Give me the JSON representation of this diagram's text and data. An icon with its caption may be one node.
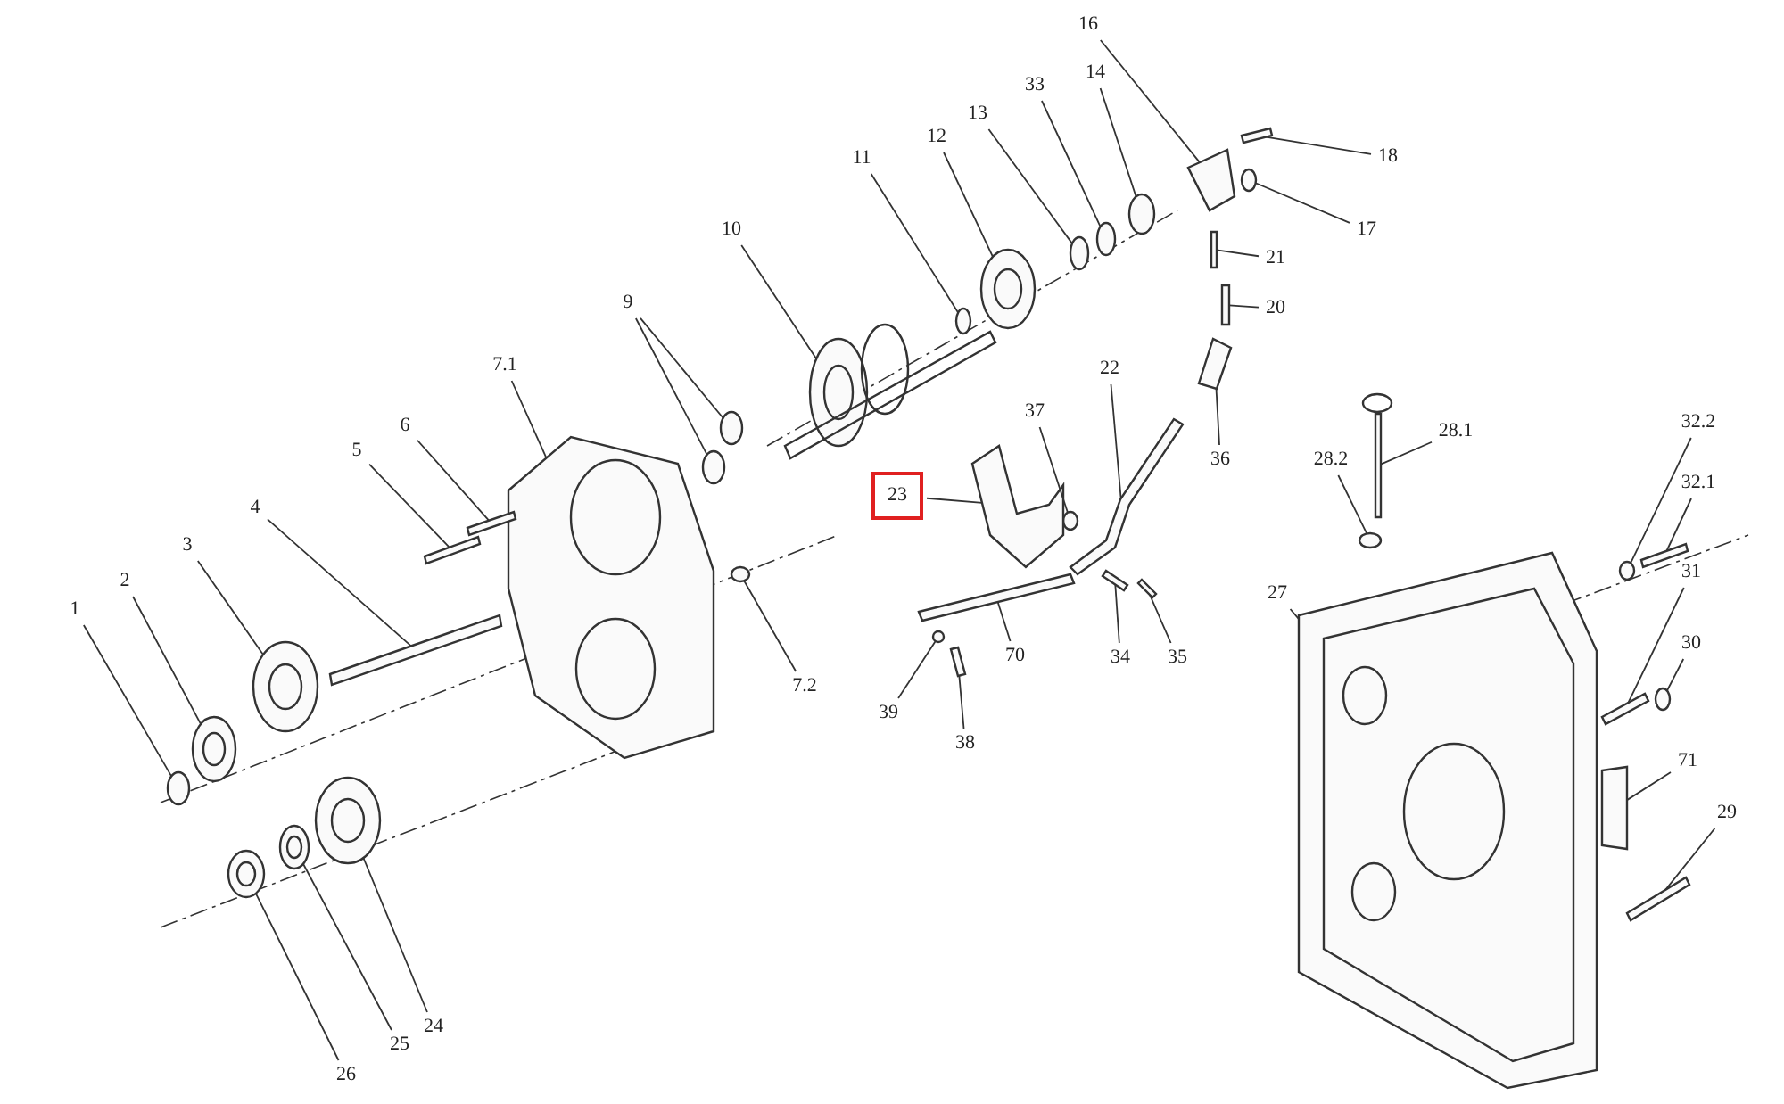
{
  "diagram": {
    "nodes": [
      {
        "text": [
          "16"
        ]
      },
      {
        "text": [
          "18"
        ]
      },
      {
        "text": [
          "17"
        ]
      },
      {
        "text": [
          "14"
        ]
      },
      {
        "text": [
          "33"
        ]
      },
      {
        "text": [
          "13"
        ]
      },
      {
        "text": [
          "12"
        ]
      },
      {
        "text": [
          "11"
        ]
      },
      {
        "text": [
          "10"
        ]
      },
      {
        "text": [
          "9"
        ]
      },
      {
        "text": [
          "21"
        ]
      },
      {
        "text": [
          "20"
        ]
      },
      {
        "text": [
          "22"
        ]
      },
      {
        "text": [
          "36"
        ]
      },
      {
        "text": [
          "37"
        ]
      },
      {
        "text": [
          "23"
        ]
      },
      {
        "text": [
          "7.1"
        ]
      },
      {
        "text": [
          "6"
        ]
      },
      {
        "text": [
          "5"
        ]
      },
      {
        "text": [
          "4"
        ]
      },
      {
        "text": [
          "3"
        ]
      },
      {
        "text": [
          "2"
        ]
      },
      {
        "text": [
          "1"
        ]
      },
      {
        "text": [
          "7.2"
        ]
      },
      {
        "text": [
          "70"
        ]
      },
      {
        "text": [
          "39"
        ]
      },
      {
        "text": [
          "38"
        ]
      },
      {
        "text": [
          "34"
        ]
      },
      {
        "text": [
          "35"
        ]
      },
      {
        "text": [
          "28.1"
        ]
      },
      {
        "text": [
          "28.2"
        ]
      },
      {
        "text": [
          "32.2"
        ]
      },
      {
        "text": [
          "32.1"
        ]
      },
      {
        "text": [
          "31"
        ]
      },
      {
        "text": [
          "30"
        ]
      },
      {
        "text": [
          "27"
        ]
      },
      {
        "text": [
          "71"
        ]
      },
      {
        "text": [
          "29"
        ]
      },
      {
        "text": [
          "24"
        ]
      },
      {
        "text": [
          "25"
        ]
      },
      {
        "text": [
          "26"
        ]
      },
      {
        "text": [],
        "shape": "box"
      },
      {
        "text": [],
        "shape": "bar"
      },
      {
        "text": [],
        "shape": "circle"
      },
      {
        "text": [],
        "shape": "circle"
      },
      {
        "text": [],
        "shape": "circle"
      },
      {
        "text": [],
        "shape": "circle"
      },
      {
        "text": [],
        "shape": "circle"
      },
      {
        "text": [],
        "shape": "circle"
      },
      {
        "text": [],
        "shape": "circle"
      },
      {
        "text": [],
        "shape": "circle"
      },
      {
        "text": [],
        "shape": "circle"
      },
      {
        "text": [],
        "shape": "bar"
      },
      {
        "text": [],
        "shape": "bar"
      },
      {
        "text": [],
        "shape": "bar"
      },
      {
        "text": [],
        "shape": "box"
      },
      {
        "text": [],
        "shape": "circle"
      },
      {
        "text": [],
        "shape": "box"
      },
      {
        "text": [],
        "shape": "box"
      },
      {
        "text": [],
        "shape": "bar"
      },
      {
        "text": [],
        "shape": "bar"
      },
      {
        "text": [],
        "shape": "bar"
      },
      {
        "text": [],
        "shape": "circle"
      },
      {
        "text": [],
        "shape": "circle"
      },
      {
        "text": [],
        "shape": "circle"
      },
      {
        "text": [],
        "shape": "circle"
      },
      {
        "text": [],
        "shape": "bar"
      },
      {
        "text": [],
        "shape": "circle"
      },
      {
        "text": [],
        "shape": "bar"
      },
      {
        "text": [],
        "shape": "bar"
      },
      {
        "text": [],
        "shape": "bar"
      },
      {
        "text": [],
        "shape": "bar"
      },
      {
        "text": [],
        "shape": "circle"
      },
      {
        "text": [],
        "shape": "circle"
      },
      {
        "text": [],
        "shape": "bar"
      },
      {
        "text": [],
        "shape": "bar"
      },
      {
        "text": [],
        "shape": "circle"
      },
      {
        "text": [],
        "shape": "box"
      },
      {
        "text": [],
        "shape": "box"
      },
      {
        "text": [],
        "shape": "bar"
      },
      {
        "text": [],
        "shape": "circle"
      },
      {
        "text": [],
        "shape": "circle"
      },
      {
        "text": [],
        "shape": "circle"
      }
    ],
    "edges": [
      {
        "from": 0,
        "to": 41,
        "arrow": "none"
      },
      {
        "from": 1,
        "to": 42,
        "arrow": "none"
      },
      {
        "from": 2,
        "to": 43,
        "arrow": "none"
      },
      {
        "from": 3,
        "to": 44,
        "arrow": "none"
      },
      {
        "from": 4,
        "to": 45,
        "arrow": "none"
      },
      {
        "from": 5,
        "to": 46,
        "arrow": "none"
      },
      {
        "from": 6,
        "to": 47,
        "arrow": "none"
      },
      {
        "from": 7,
        "to": 48,
        "arrow": "none"
      },
      {
        "from": 8,
        "to": 49,
        "arrow": "none"
      },
      {
        "from": 9,
        "to": 50,
        "arrow": "none"
      },
      {
        "from": 9,
        "to": 51,
        "arrow": "none"
      },
      {
        "from": 10,
        "to": 52,
        "arrow": "none"
      },
      {
        "from": 11,
        "to": 53,
        "arrow": "none"
      },
      {
        "from": 12,
        "to": 54,
        "arrow": "none"
      },
      {
        "from": 13,
        "to": 55,
        "arrow": "none"
      },
      {
        "from": 14,
        "to": 56,
        "arrow": "none"
      },
      {
        "from": 15,
        "to": 57,
        "arrow": "none"
      },
      {
        "from": 16,
        "to": 58,
        "arrow": "none"
      },
      {
        "from": 17,
        "to": 59,
        "arrow": "none"
      },
      {
        "from": 18,
        "to": 60,
        "arrow": "none"
      },
      {
        "from": 19,
        "to": 61,
        "arrow": "none"
      },
      {
        "from": 20,
        "to": 62,
        "arrow": "none"
      },
      {
        "from": 21,
        "to": 63,
        "arrow": "none"
      },
      {
        "from": 22,
        "to": 64,
        "arrow": "none"
      },
      {
        "from": 23,
        "to": 65,
        "arrow": "none"
      },
      {
        "from": 24,
        "to": 66,
        "arrow": "none"
      },
      {
        "from": 25,
        "to": 67,
        "arrow": "none"
      },
      {
        "from": 26,
        "to": 68,
        "arrow": "none"
      },
      {
        "from": 27,
        "to": 69,
        "arrow": "none"
      },
      {
        "from": 28,
        "to": 70,
        "arrow": "none"
      },
      {
        "from": 29,
        "to": 71,
        "arrow": "none"
      },
      {
        "from": 30,
        "to": 72,
        "arrow": "none"
      },
      {
        "from": 31,
        "to": 73,
        "arrow": "none"
      },
      {
        "from": 32,
        "to": 74,
        "arrow": "none"
      },
      {
        "from": 33,
        "to": 75,
        "arrow": "none"
      },
      {
        "from": 34,
        "to": 76,
        "arrow": "none"
      },
      {
        "from": 35,
        "to": 77,
        "arrow": "none"
      },
      {
        "from": 36,
        "to": 78,
        "arrow": "none"
      },
      {
        "from": 37,
        "to": 79,
        "arrow": "none"
      },
      {
        "from": 38,
        "to": 80,
        "arrow": "none"
      },
      {
        "from": 39,
        "to": 81,
        "arrow": "none"
      },
      {
        "from": 40,
        "to": 82,
        "arrow": "none"
      }
    ]
  }
}
